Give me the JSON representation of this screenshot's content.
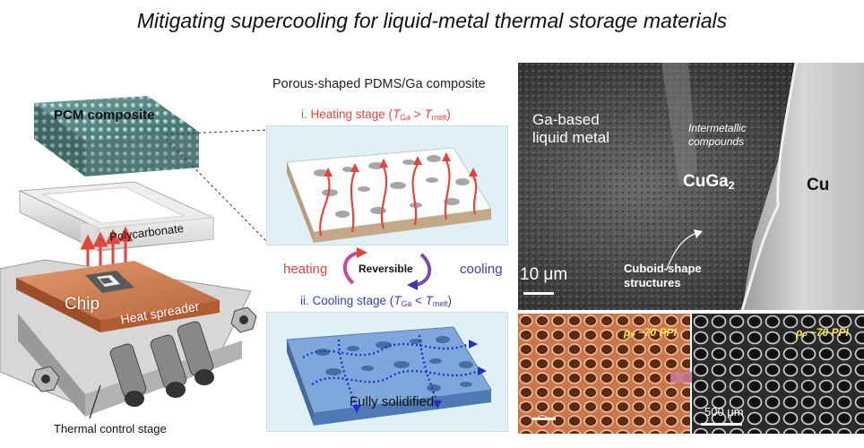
{
  "title": "Mitigating supercooling for liquid-metal thermal storage materials",
  "device": {
    "pcm_label": "PCM composite",
    "polycarbonate_label": "Polycarbonate",
    "chip_label": "Chip",
    "heat_spreader_label": "Heat spreader",
    "stage_label": "Thermal control stage"
  },
  "composite": {
    "title": "Porous-shaped PDMS/Ga composite",
    "heating_stage": {
      "prefix": "i. Heating stage (",
      "t1": "T",
      "t1_sub": "Ga",
      "op": " > ",
      "t2": "T",
      "t2_sub": "melt",
      "suffix": ")"
    },
    "cooling_stage": {
      "prefix": "ii. Cooling stage (",
      "t1": "T",
      "t1_sub": "Ga",
      "op": " < ",
      "t2": "T",
      "t2_sub": "melt",
      "suffix": ")"
    },
    "heating_word": "heating",
    "cooling_word": "cooling",
    "reversible_word": "Reversible",
    "solidified_word": "Fully solidified"
  },
  "sem": {
    "ga_label_line1": "Ga-based",
    "ga_label_line2": "liquid metal",
    "intermetallic_line1": "Intermetallic",
    "intermetallic_line2": "compounds",
    "cuga2_main": "CuGa",
    "cuga2_sub": "2",
    "cu_label": "Cu",
    "scale_label": "10 μm",
    "cuboid_line1": "Cuboid-shape",
    "cuboid_line2": "structures"
  },
  "foam": {
    "ppi_left": {
      "rho": "ρ",
      "sub": "P",
      "value": " ~70 PPI"
    },
    "ppi_right": {
      "rho": "ρ",
      "sub": "P",
      "value": " ~70 PPI"
    },
    "scale_label": "500 μm"
  },
  "colors": {
    "heating": "#e2453c",
    "cooling": "#3a3fb0",
    "copper": "#c9774a",
    "panel_bg": "#dff1f6"
  }
}
